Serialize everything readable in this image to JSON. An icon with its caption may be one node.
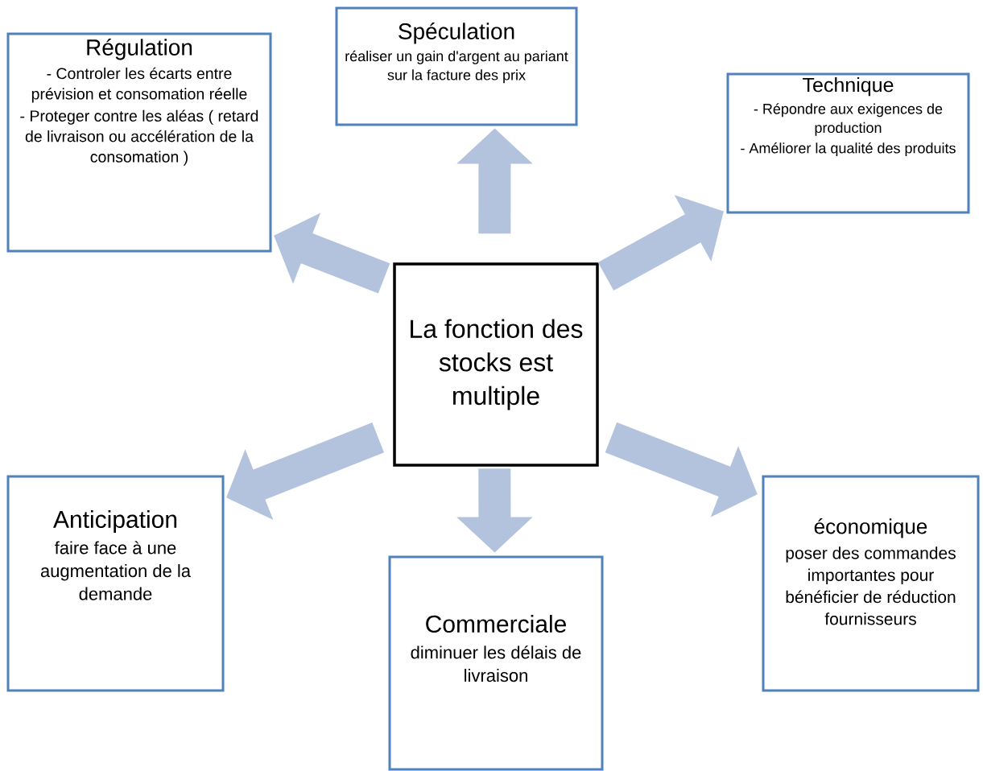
{
  "diagram": {
    "nodes": [
      {
        "text": [
          "Régulation",
          "- Controler les écarts entre prévision et consomation réelle",
          "- Proteger contre les aléas ( retard de livraison ou accélération de la consomation )"
        ]
      },
      {
        "text": [
          "Spéculation",
          "réaliser un gain d'argent au pariant sur la facture des prix"
        ]
      },
      {
        "text": [
          "Technique",
          "- Répondre aux exigences de production",
          "- Améliorer la qualité des produits"
        ]
      },
      {
        "text": [
          "La fonction des stocks est multiple"
        ]
      },
      {
        "text": [
          "Anticipation",
          "faire face à une augmentation de la demande"
        ]
      },
      {
        "text": [
          "Commerciale",
          "diminuer les délais de livraison"
        ]
      },
      {
        "text": [
          "économique",
          "poser des commandes importantes pour bénéficier de réduction fournisseurs"
        ]
      }
    ],
    "edges": [
      {
        "from": 3,
        "to": 0,
        "arrow": "to"
      },
      {
        "from": 3,
        "to": 1,
        "arrow": "to"
      },
      {
        "from": 3,
        "to": 2,
        "arrow": "to"
      },
      {
        "from": 3,
        "to": 4,
        "arrow": "to"
      },
      {
        "from": 3,
        "to": 5,
        "arrow": "to"
      },
      {
        "from": 3,
        "to": 6,
        "arrow": "to"
      }
    ]
  }
}
